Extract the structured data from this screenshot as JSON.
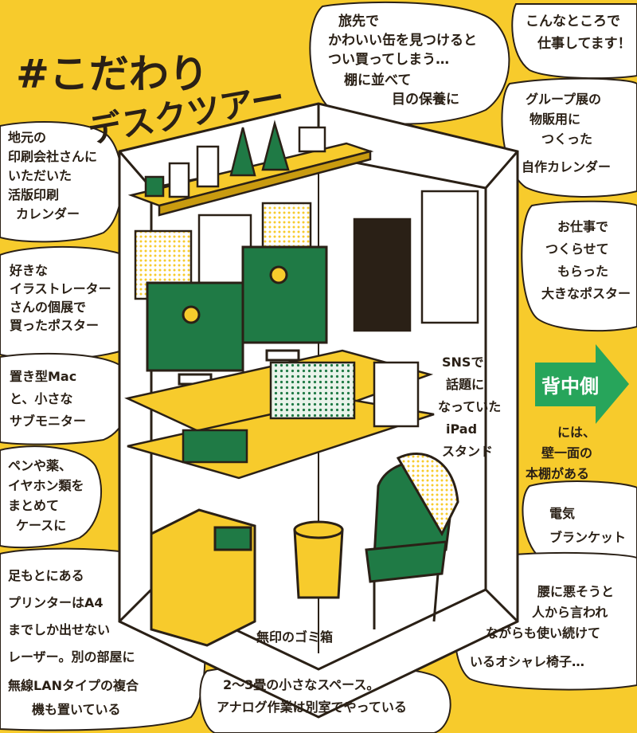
{
  "title": {
    "line1": "#こだわり",
    "line2": "デスクツアー"
  },
  "colors": {
    "yellow": "#f7cb2c",
    "green": "#1f7a45",
    "ink": "#2a2016",
    "white": "#ffffff",
    "arrow_green": "#27a55b"
  },
  "callouts": {
    "top_center": [
      "旅先で",
      "かわいい缶を見つけると",
      "つい買ってしまう…",
      "棚に並べて",
      "目の保養に"
    ],
    "top_right": [
      "こんなところで",
      "仕事してます！"
    ],
    "left_top": [
      "地元の",
      "印刷会社さんに",
      "いただいた",
      "活版印刷",
      "カレンダー"
    ],
    "right_calendar": [
      "グループ展の",
      "物販用に",
      "つくった",
      "自作カレンダー"
    ],
    "left_poster": [
      "好きな",
      "イラストレーター",
      "さんの個展で",
      "買ったポスター"
    ],
    "right_poster": [
      "お仕事で",
      "つくらせて",
      "もらった",
      "大きなポスター"
    ],
    "left_mac": [
      "置き型Mac",
      "と、小さな",
      "サブモニター"
    ],
    "ipad": [
      "SNSで",
      "話題に",
      "なっていた",
      "iPad",
      "スタンド"
    ],
    "back_label": "背中側",
    "back_text": [
      "には、",
      "壁一面の",
      "本棚がある"
    ],
    "left_case": [
      "ペンや薬、",
      "イヤホン類を",
      "まとめて",
      "ケースに"
    ],
    "blanket": [
      "電気",
      "ブランケット"
    ],
    "trash": "無印のゴミ箱",
    "chair": [
      "腰に悪そうと",
      "人から言われ",
      "ながらも使い続けて",
      "いるオシャレ椅子…"
    ],
    "printer": [
      "足もとにある",
      "プリンターはA4",
      "までしか出せない",
      "レーザー。別の部屋に",
      "無線LANタイプの複合",
      "機も置いている"
    ],
    "bottom": [
      "2〜3畳の小さなスペース。",
      "アナログ作業は別室でやっている"
    ]
  }
}
